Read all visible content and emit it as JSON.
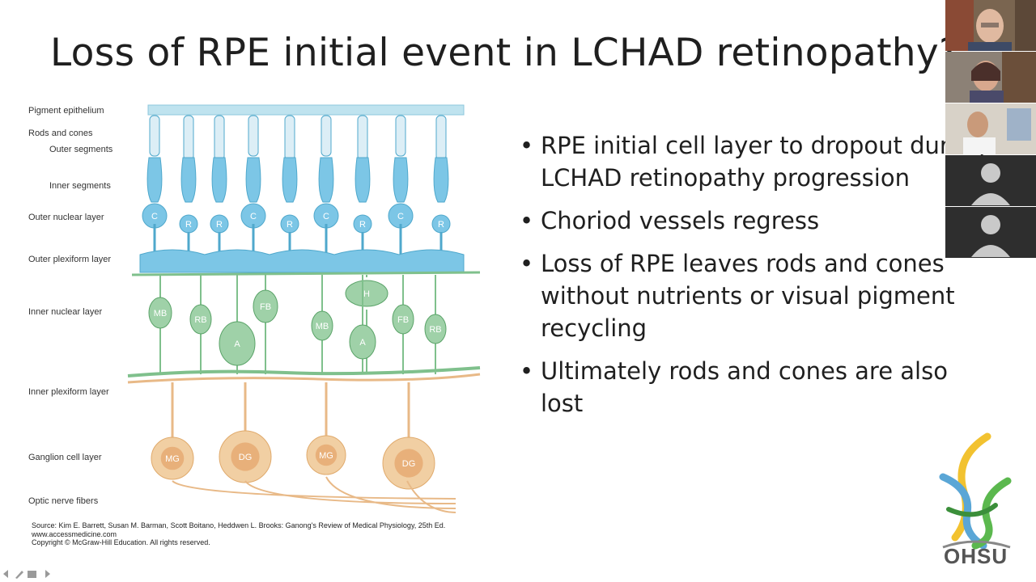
{
  "slide": {
    "title": "Loss of RPE initial event in LCHAD retinopathy?",
    "bullets": [
      "RPE initial cell layer to dropout during LCHAD retinopathy progression",
      "Choriod vessels regress",
      "Loss of RPE leaves rods and cones without nutrients or visual pigment recycling",
      "Ultimately rods and cones are also lost"
    ],
    "bullet_symbol": "•"
  },
  "figure": {
    "layers": [
      "Pigment epithelium",
      "Rods and cones",
      "Outer segments",
      "Inner segments",
      "Outer nuclear layer",
      "Outer plexiform layer",
      "Inner nuclear layer",
      "Inner plexiform layer",
      "Ganglion cell layer",
      "Optic nerve fibers"
    ],
    "photoreceptor_labels": [
      "C",
      "R",
      "R",
      "C",
      "R",
      "C",
      "R",
      "C",
      "R"
    ],
    "inner_cell_labels": [
      "MB",
      "RB",
      "FB",
      "H",
      "MB",
      "A",
      "A",
      "FB",
      "RB"
    ],
    "ganglion_labels": [
      "MG",
      "DG",
      "MG",
      "DG"
    ],
    "source_lines": [
      "Source: Kim E. Barrett, Susan M. Barman, Scott Boitano, Heddwen L. Brooks: Ganong's Review of Medical Physiology, 25th Ed.",
      "www.accessmedicine.com",
      "Copyright © McGraw-Hill Education.  All rights reserved."
    ],
    "colors": {
      "photoreceptor": "#7cc6e6",
      "inner": "#9fd1a8",
      "ganglion": "#f1cfa3"
    }
  },
  "video": {
    "participants": [
      "participant-1",
      "participant-2",
      "participant-3",
      "participant-4",
      "participant-5"
    ]
  },
  "logo": {
    "text": "OHSU"
  },
  "nav_icons": [
    "prev-arrow-icon",
    "pen-icon",
    "slides-menu-icon",
    "next-arrow-icon"
  ]
}
